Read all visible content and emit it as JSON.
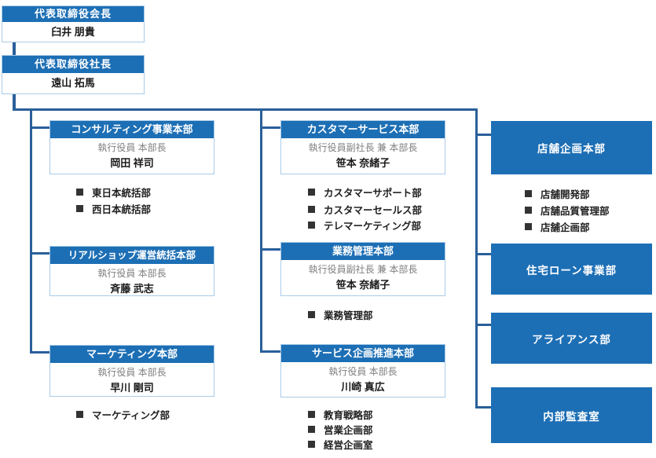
{
  "colors": {
    "box_blue": "#1D6FB5",
    "line_blue": "#2A5F9A",
    "light_border": "#A9CBE8",
    "role_gray": "#7F7F7F",
    "bullet_dark": "#333333"
  },
  "executives": [
    {
      "title": "代表取締役会長",
      "name": "臼井 朋貴"
    },
    {
      "title": "代表取締役社長",
      "name": "遠山 拓馬"
    }
  ],
  "divisions": {
    "col1": [
      {
        "title": "コンサルティング事業本部",
        "role": "執行役員 本部長",
        "person": "岡田 祥司",
        "departments": [
          "東日本統括部",
          "西日本統括部"
        ]
      },
      {
        "title": "リアルショップ運営統括本部",
        "role": "執行役員 本部長",
        "person": "斉藤 武志",
        "departments": []
      },
      {
        "title": "マーケティング本部",
        "role": "執行役員 本部長",
        "person": "早川 剛司",
        "departments": [
          "マーケティング部"
        ]
      }
    ],
    "col2": [
      {
        "title": "カスタマーサービス本部",
        "role": "執行役員副社長 兼 本部長",
        "person": "笹本 奈緒子",
        "departments": [
          "カスタマーサポート部",
          "カスタマーセールス部",
          "テレマーケティング部"
        ]
      },
      {
        "title": "業務管理本部",
        "role": "執行役員副社長 兼 本部長",
        "person": "笹本 奈緒子",
        "departments": [
          "業務管理部"
        ]
      },
      {
        "title": "サービス企画推進本部",
        "role": "執行役員 本部長",
        "person": "川崎 真広",
        "departments": [
          "教育戦略部",
          "営業企画部",
          "経営企画室"
        ]
      }
    ],
    "col3": [
      {
        "title": "店舗企画本部",
        "departments": [
          "店舗開発部",
          "店舗品質管理部",
          "店舗企画部"
        ]
      },
      {
        "title": "住宅ローン事業部",
        "departments": []
      },
      {
        "title": "アライアンス部",
        "departments": []
      },
      {
        "title": "内部監査室",
        "departments": []
      }
    ]
  }
}
